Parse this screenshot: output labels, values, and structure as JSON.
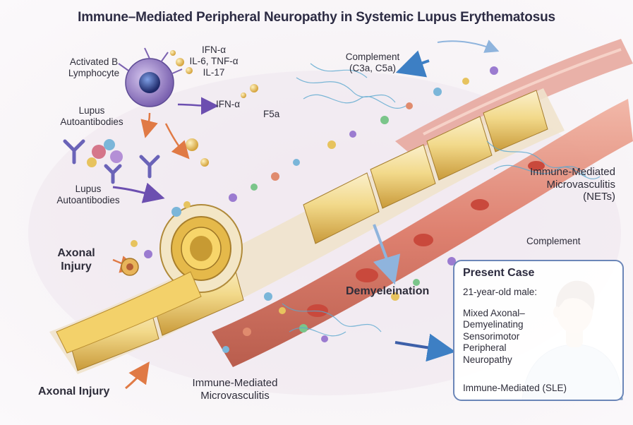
{
  "title": "Immune–Mediated Peripheral Neuropathy in Systemic Lupus Erythematosus",
  "labels": {
    "activated_b_line1": "Activated B",
    "activated_b_line2": "Lymphocyte",
    "cytokines_line1": "IFN-α",
    "cytokines_line2": "IL-6, TNF-α",
    "cytokines_line3": "IL-17",
    "ifn_alpha": "IFN-α",
    "f5a": "F5a",
    "lupus_auto1_line1": "Lupus",
    "lupus_auto1_line2": "Autoantibodies",
    "lupus_auto2_line1": "Lupus",
    "lupus_auto2_line2": "Autoantibodies",
    "complement_top_line1": "Complement",
    "complement_top_line2": "(C3a, C5a)",
    "immune_vasc_right_line1": "Immune-Mediated",
    "immune_vasc_right_line2": "Microvasculitis",
    "immune_vasc_right_line3": "(NETs)",
    "complement_right": "Complement",
    "axonal_injury_left_line1": "Axonal",
    "axonal_injury_left_line2": "Injury",
    "demyelination": "Demyeleination",
    "axonal_injury_bottom": "Axonal Injury",
    "immune_vasc_bottom_line1": "Immune-Mediated",
    "immune_vasc_bottom_line2": "Microvasculitis"
  },
  "present_case": {
    "title": "Present Case",
    "age_sex": "21-year-old male:",
    "diagnosis_line1": "Mixed Axonal–",
    "diagnosis_line2": "Demyelinating",
    "diagnosis_line3": "Sensorimotor",
    "diagnosis_line4": "Peripheral",
    "diagnosis_line5": "Neuropathy",
    "etiology": "Immune-Mediated (SLE)"
  },
  "colors": {
    "myelin": "#e9c45a",
    "axon_core": "#f1cf58",
    "vessel": "#d9705e",
    "antibody": "#6a63b8",
    "net": "#5aa8cf",
    "arrow_purple": "#6c4fb0",
    "arrow_orange": "#e07a45",
    "arrow_blue": "#3d7fc4",
    "case_border": "#6b86b8"
  }
}
